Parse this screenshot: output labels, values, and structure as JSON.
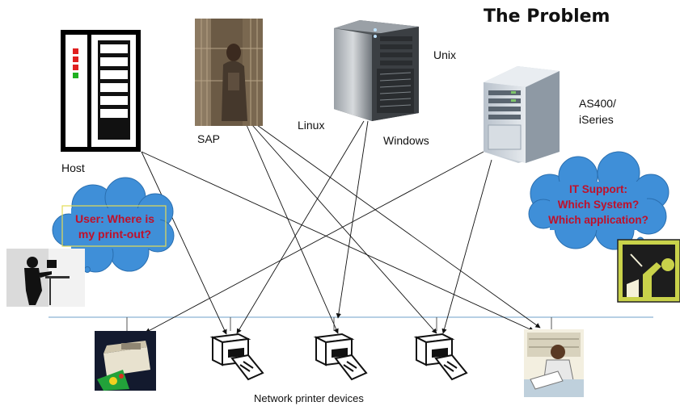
{
  "title": "The Problem",
  "systems": {
    "host": "Host",
    "sap": "SAP",
    "linux": "Linux",
    "unix": "Unix",
    "windows": "Windows",
    "as400_line1": "AS400/",
    "as400_line2": "iSeries"
  },
  "user_bubble": {
    "line1": "User: Where is",
    "line2": "my print-out?"
  },
  "it_bubble": {
    "line1": "IT Support:",
    "line2": "Which System?",
    "line3": "Which application?"
  },
  "footer_label": "Network printer devices",
  "colors": {
    "network_line": "#8ab4d4",
    "bubble_fill": "#3f8fd8",
    "bubble_text": "#c0102a",
    "led_red": "#e02020",
    "led_green": "#20b020"
  }
}
